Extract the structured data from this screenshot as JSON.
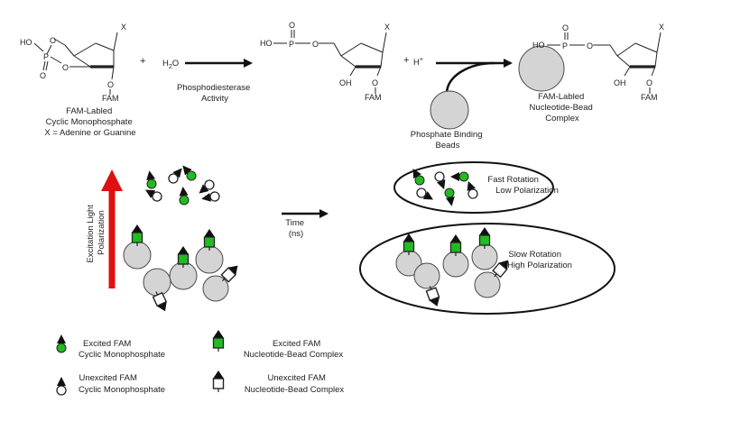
{
  "diagram": {
    "reaction": {
      "substrate": {
        "label_lines": [
          "FAM-Labled",
          "Cyclic Monophosphate",
          "X = Adenine or Guanine"
        ],
        "atoms": {
          "x": "X",
          "ho": "HO",
          "p": "P",
          "o_top": "O",
          "fam": "FAM"
        }
      },
      "plus1": "+",
      "water": "H2O",
      "enzyme_label_lines": [
        "Phosphodiesterase",
        "Activity"
      ],
      "product": {
        "atoms": {
          "ho": "HO",
          "p": "P",
          "o_top": "O",
          "x": "X",
          "oh": "OH",
          "o": "O",
          "fam": "FAM"
        }
      },
      "plus2": "+",
      "proton": "H+",
      "beads_label_lines": [
        "Phosphate Binding",
        "Beads"
      ],
      "complex": {
        "label_lines": [
          "FAM-Labled",
          "Nucleotide-Bead",
          "Complex"
        ],
        "atoms": {
          "ho": "HO",
          "p": "P",
          "o_top": "O",
          "x": "X",
          "oh": "OH",
          "o": "O",
          "fam": "FAM"
        }
      }
    },
    "polarization": {
      "excitation_label_lines": [
        "Excitation Light",
        "Polarization"
      ],
      "time_label_lines": [
        "Time",
        "(ns)"
      ],
      "fast_label_lines": [
        "Fast Rotation",
        "Low Polarization"
      ],
      "slow_label_lines": [
        "Slow Rotation",
        "High Polarization"
      ]
    },
    "legend": [
      {
        "symbol": "excited-free",
        "label_lines": [
          "Excited FAM",
          "Cyclic Monophosphate"
        ]
      },
      {
        "symbol": "excited-bound",
        "label_lines": [
          "Excited FAM",
          "Nucleotide-Bead Complex"
        ]
      },
      {
        "symbol": "unexcited-free",
        "label_lines": [
          "Unexcited FAM",
          "Cyclic Monophosphate"
        ]
      },
      {
        "symbol": "unexcited-bound",
        "label_lines": [
          "Unexcited FAM",
          "Nucleotide-Bead Complex"
        ]
      }
    ],
    "colors": {
      "excited_green": "#22bb22",
      "excitation_arrow_red": "#e01010",
      "bead_gray": "#d4d4d4"
    }
  }
}
